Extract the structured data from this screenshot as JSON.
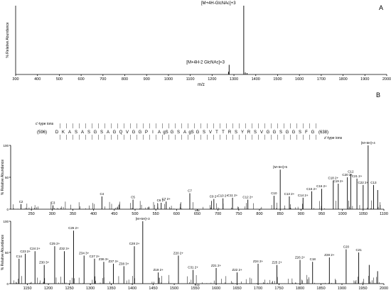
{
  "chart_data": [
    {
      "type": "bar",
      "panel_label": "A",
      "ylabel": "% Relative Abundance",
      "xlabel": "m/z",
      "xlim": [
        300,
        2000
      ],
      "ylim": [
        0,
        100
      ],
      "xticks": [
        300,
        400,
        500,
        600,
        700,
        800,
        900,
        1000,
        1100,
        1200,
        1300,
        1400,
        1500,
        1600,
        1700,
        1800,
        1900,
        2000
      ],
      "peaks": [
        {
          "x": 1345,
          "y": 100,
          "label": "[M+4H-GlcNAc]+3"
        },
        {
          "x": 1278,
          "y": 14,
          "label": "[M+4H-2 GlcNAc]+3"
        },
        {
          "x": 1275,
          "y": 4,
          "label": ""
        },
        {
          "x": 1352,
          "y": 3,
          "label": ""
        },
        {
          "x": 1360,
          "y": 2,
          "label": ""
        }
      ]
    },
    {
      "type": "bar",
      "panel_label": "B",
      "ylabel": "% Relative Abundance",
      "xlabel": "m/z",
      "xlim": [
        200,
        1100
      ],
      "ylim": [
        0,
        100
      ],
      "yticks": [
        0,
        50,
        100
      ],
      "xticks": [
        250,
        300,
        350,
        400,
        450,
        500,
        550,
        600,
        650,
        700,
        750,
        800,
        850,
        900,
        950,
        1000,
        1050,
        1100
      ],
      "sequence": {
        "c_type_label": "c'-type ions",
        "z_type_label": "z'-type ions",
        "left_value": "(596)",
        "right_value": "(638)",
        "residues": [
          "D",
          "K",
          "A",
          "S",
          "A",
          "S",
          "G",
          "S",
          "A",
          "G",
          "Q",
          "V",
          "G",
          "G",
          "P",
          "I",
          "A",
          "gS",
          "G",
          "S",
          "A",
          "gS",
          "G",
          "S",
          "V",
          "T",
          "T",
          "R",
          "S",
          "Y",
          "R",
          "S",
          "V",
          "G",
          "G",
          "S",
          "G",
          "G",
          "S",
          "F",
          "G"
        ]
      },
      "peaks": [
        {
          "x": 225,
          "y": 8,
          "label": "C2"
        },
        {
          "x": 302,
          "y": 6,
          "label": "C3"
        },
        {
          "x": 420,
          "y": 20,
          "label": "C4"
        },
        {
          "x": 495,
          "y": 15,
          "label": "C5"
        },
        {
          "x": 563,
          "y": 10,
          "label": "C6 2+"
        },
        {
          "x": 575,
          "y": 12,
          "label": "C7 2+"
        },
        {
          "x": 632,
          "y": 25,
          "label": "C7"
        },
        {
          "x": 690,
          "y": 16,
          "label": "C9 2+"
        },
        {
          "x": 712,
          "y": 17,
          "label": "C10 2+"
        },
        {
          "x": 735,
          "y": 18,
          "label": "C11 2+"
        },
        {
          "x": 772,
          "y": 15,
          "label": "C12 2+"
        },
        {
          "x": 835,
          "y": 21,
          "label": "C10"
        },
        {
          "x": 850,
          "y": 62,
          "label": "[M+5H]+5"
        },
        {
          "x": 872,
          "y": 20,
          "label": "C13 2+"
        },
        {
          "x": 905,
          "y": 18,
          "label": "C14 2+"
        },
        {
          "x": 926,
          "y": 28,
          "label": "C15 2+"
        },
        {
          "x": 950,
          "y": 32,
          "label": "C16 2+"
        },
        {
          "x": 978,
          "y": 45,
          "label": "C18 2+"
        },
        {
          "x": 990,
          "y": 40,
          "label": "C19 2+"
        },
        {
          "x": 1012,
          "y": 50,
          "label": "C20 2+"
        },
        {
          "x": 1020,
          "y": 55,
          "label": "C12"
        },
        {
          "x": 1035,
          "y": 48,
          "label": "C21 2+"
        },
        {
          "x": 1050,
          "y": 38,
          "label": "C22 2+"
        },
        {
          "x": 1062,
          "y": 100,
          "label": "[M+5H]+4"
        },
        {
          "x": 1075,
          "y": 38,
          "label": "C13"
        },
        {
          "x": 1085,
          "y": 30,
          "label": ""
        }
      ]
    },
    {
      "type": "bar",
      "panel_label": "",
      "ylabel": "% Relative Abundance",
      "xlabel": "m/z",
      "xlim": [
        1110,
        2000
      ],
      "ylim": [
        0,
        100
      ],
      "yticks": [
        0,
        50,
        100
      ],
      "xticks": [
        1150,
        1200,
        1250,
        1300,
        1350,
        1400,
        1450,
        1500,
        1550,
        1600,
        1650,
        1700,
        1750,
        1800,
        1850,
        1900,
        1950,
        2000
      ],
      "peaks": [
        {
          "x": 1130,
          "y": 40,
          "label": "C14"
        },
        {
          "x": 1145,
          "y": 48,
          "label": "C23 2+"
        },
        {
          "x": 1168,
          "y": 52,
          "label": "C24 2+"
        },
        {
          "x": 1190,
          "y": 30,
          "label": "Z30 3+"
        },
        {
          "x": 1215,
          "y": 60,
          "label": "C25 2+"
        },
        {
          "x": 1238,
          "y": 52,
          "label": "Z32 3+"
        },
        {
          "x": 1260,
          "y": 85,
          "label": "C26 2+"
        },
        {
          "x": 1285,
          "y": 45,
          "label": "Z34 3+"
        },
        {
          "x": 1310,
          "y": 40,
          "label": "C27 2+"
        },
        {
          "x": 1332,
          "y": 35,
          "label": "Z36 3+"
        },
        {
          "x": 1355,
          "y": 32,
          "label": "Z37 3+"
        },
        {
          "x": 1380,
          "y": 28,
          "label": "Z38 3+"
        },
        {
          "x": 1405,
          "y": 60,
          "label": "C28 2+"
        },
        {
          "x": 1425,
          "y": 100,
          "label": "[M+5H]+3"
        },
        {
          "x": 1462,
          "y": 18,
          "label": "Z19 2+"
        },
        {
          "x": 1510,
          "y": 45,
          "label": "Z20 2+"
        },
        {
          "x": 1545,
          "y": 22,
          "label": "C31 2+"
        },
        {
          "x": 1600,
          "y": 25,
          "label": "Z21 2+"
        },
        {
          "x": 1650,
          "y": 18,
          "label": "Z22 2+"
        },
        {
          "x": 1700,
          "y": 32,
          "label": "Z24 2+"
        },
        {
          "x": 1745,
          "y": 30,
          "label": "Z25 2+"
        },
        {
          "x": 1800,
          "y": 38,
          "label": "Z26 2+"
        },
        {
          "x": 1830,
          "y": 35,
          "label": "C18"
        },
        {
          "x": 1870,
          "y": 42,
          "label": "Z28 2+"
        },
        {
          "x": 1910,
          "y": 55,
          "label": "C20"
        },
        {
          "x": 1940,
          "y": 50,
          "label": "C21"
        },
        {
          "x": 1965,
          "y": 30,
          "label": ""
        },
        {
          "x": 1985,
          "y": 20,
          "label": ""
        }
      ]
    }
  ]
}
